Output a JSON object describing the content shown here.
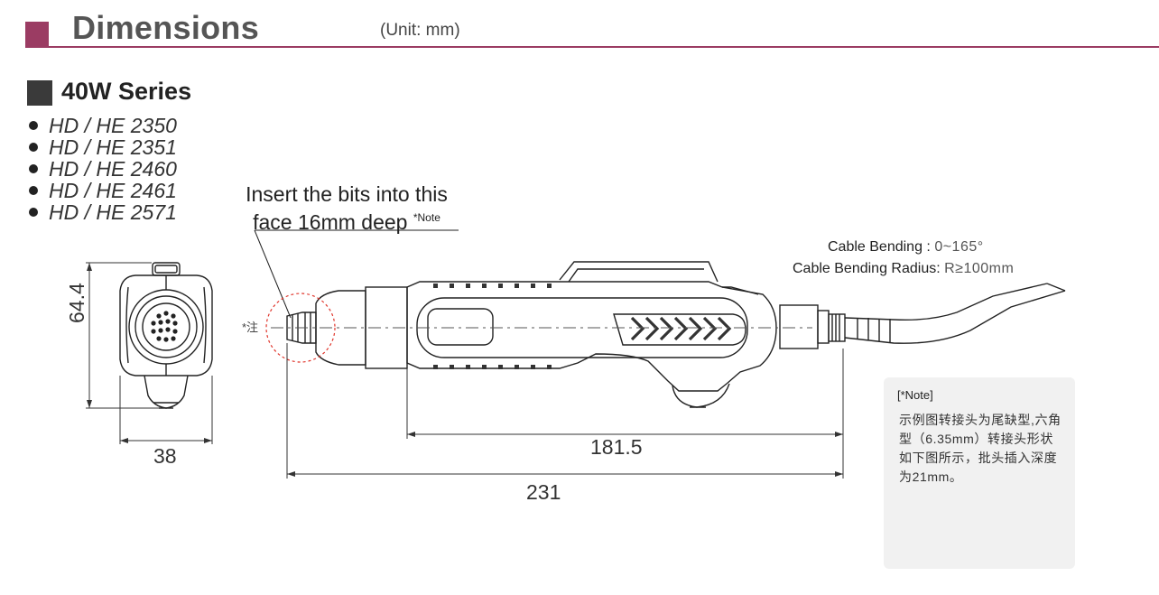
{
  "header": {
    "title": "Dimensions",
    "unit": "(Unit: mm)"
  },
  "series": {
    "title": "40W Series",
    "models": [
      "HD / HE 2350",
      "HD / HE 2351",
      "HD / HE 2460",
      "HD / HE 2461",
      "HD / HE 2571"
    ]
  },
  "callout": {
    "line1": "Insert the bits into this",
    "line2": "face 16mm deep",
    "note_ref": "*Note"
  },
  "cable": {
    "bending_label": "Cable Bending :",
    "bending_value": "0~165°",
    "radius_label": "Cable Bending Radius:",
    "radius_value": "R≥100mm"
  },
  "dimensions": {
    "height": "64.4",
    "width": "38",
    "body_length": "181.5",
    "total_length": "231"
  },
  "note_marker": "*注",
  "note": {
    "heading": "[*Note]",
    "text": "示例图转接头为尾缺型,六角型（6.35mm）转接头形状如下图所示，批头插入深度为21mm。"
  },
  "colors": {
    "accent": "#9b3c63",
    "series_square": "#3a3a3a",
    "highlight_circle": "#e0352b",
    "note_bg": "#f1f1f1"
  }
}
